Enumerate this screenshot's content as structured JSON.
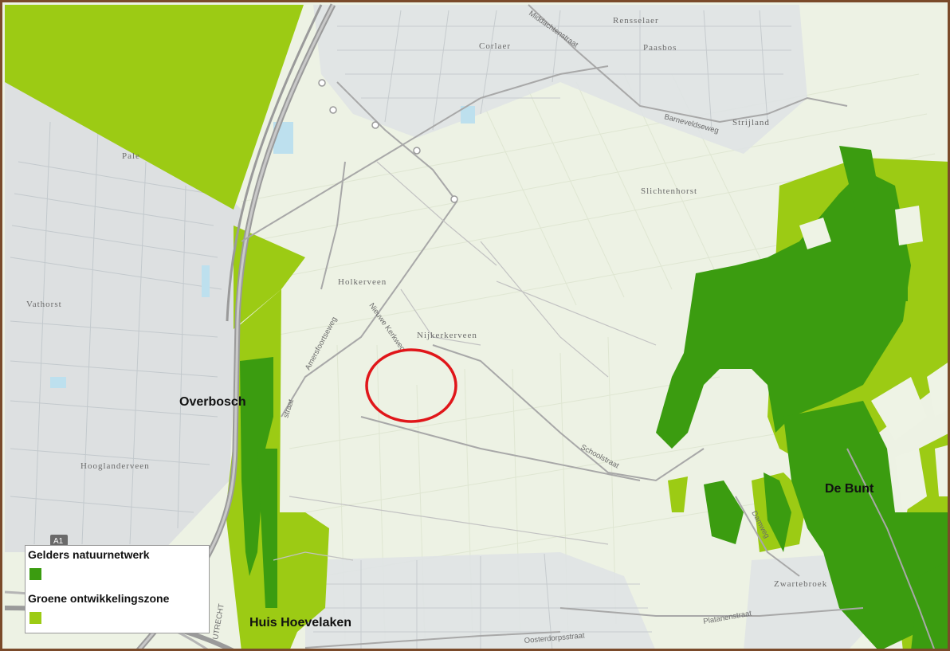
{
  "colors": {
    "natuurnetwerk": "#3b9c10",
    "ontwikkelingszone": "#9ccb14",
    "highlight_circle": "#e0161a",
    "frame": "#7a4a2a",
    "urban": "#d9dde0"
  },
  "places": {
    "rensselaer": "Rensselaer",
    "corlaer": "Corlaer",
    "paasbos": "Paasbos",
    "strijland": "Strijland",
    "slichtenhorst": "Slichtenhorst",
    "palestr": "Pale",
    "holkerveen": "Holkerveen",
    "vathorst": "Vathorst",
    "nijkerkerveen": "Nijkerkerveen",
    "hooglanderveen": "Hooglanderveen",
    "zwartebroek": "Zwartebroek"
  },
  "streets": {
    "middachtenstraat": "Middachtenstraat",
    "barneveldseweg": "Barneveldseweg",
    "amersfoortseweg": "Amersfoortseweg",
    "nieuwe_kerkweg": "Nieuwe Kerkweg",
    "straat": "straat",
    "schoolstraat": "Schoolstraat",
    "damweg": "Damweg",
    "platanenstraat": "Platanenstraat",
    "oosterdorpsstraat": "Oosterdorpsstraat",
    "utrecht": "UTRECHT",
    "a1": "A1"
  },
  "areas": {
    "overbosch": "Overbosch",
    "de_bunt": "De Bunt",
    "huis_hoevelaken": "Huis Hoevelaken"
  },
  "legend": {
    "items": [
      {
        "label": "Gelders natuurnetwerk",
        "color": "#3b9c10"
      },
      {
        "label": "Groene ontwikkelingszone",
        "color": "#9ccb14"
      }
    ]
  }
}
